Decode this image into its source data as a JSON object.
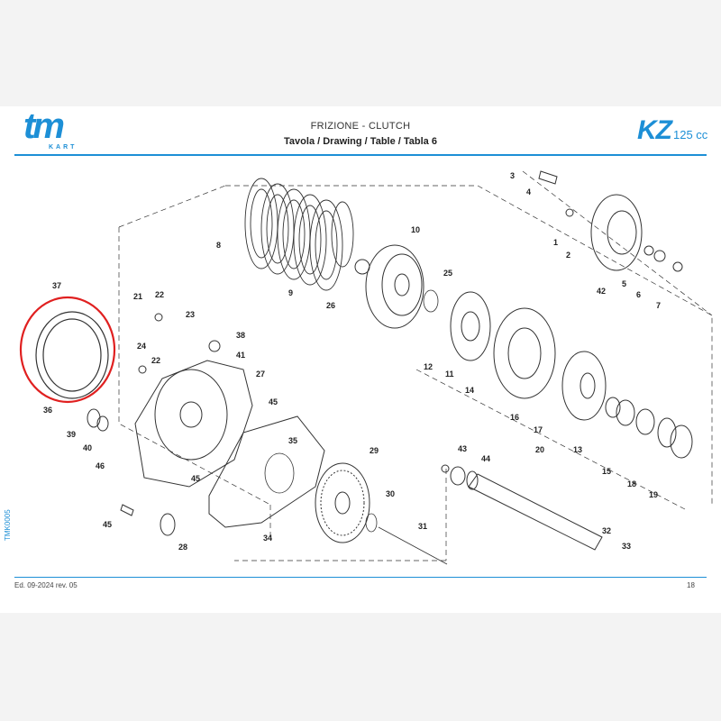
{
  "header": {
    "logo_text": "tm",
    "logo_sub": "KART",
    "title_line1": "FRIZIONE - CLUTCH",
    "title_line2": "Tavola / Drawing / Table  / Tabla  6",
    "model_code": "KZ",
    "model_displacement": "125 cc"
  },
  "footer": {
    "edition": "Ed. 09-2024  rev. 05",
    "page_number": "18",
    "doc_code": "TMK0005"
  },
  "colors": {
    "brand_blue": "#1d8fd6",
    "highlight_red": "#e02020",
    "line": "#333333"
  },
  "callouts": [
    {
      "id": "1",
      "label": "1"
    },
    {
      "id": "2",
      "label": "2"
    },
    {
      "id": "3",
      "label": "3"
    },
    {
      "id": "4",
      "label": "4"
    },
    {
      "id": "5",
      "label": "5"
    },
    {
      "id": "6",
      "label": "6"
    },
    {
      "id": "7",
      "label": "7"
    },
    {
      "id": "8",
      "label": "8"
    },
    {
      "id": "9",
      "label": "9"
    },
    {
      "id": "10",
      "label": "10"
    },
    {
      "id": "11",
      "label": "11"
    },
    {
      "id": "12",
      "label": "12"
    },
    {
      "id": "13",
      "label": "13"
    },
    {
      "id": "14",
      "label": "14"
    },
    {
      "id": "15",
      "label": "15"
    },
    {
      "id": "16",
      "label": "16"
    },
    {
      "id": "17",
      "label": "17"
    },
    {
      "id": "18",
      "label": "18"
    },
    {
      "id": "19",
      "label": "19"
    },
    {
      "id": "20",
      "label": "20"
    },
    {
      "id": "21",
      "label": "21"
    },
    {
      "id": "22a",
      "label": "22"
    },
    {
      "id": "22b",
      "label": "22"
    },
    {
      "id": "23",
      "label": "23"
    },
    {
      "id": "24",
      "label": "24"
    },
    {
      "id": "25",
      "label": "25"
    },
    {
      "id": "26",
      "label": "26"
    },
    {
      "id": "27",
      "label": "27"
    },
    {
      "id": "28",
      "label": "28"
    },
    {
      "id": "29",
      "label": "29"
    },
    {
      "id": "30",
      "label": "30"
    },
    {
      "id": "31",
      "label": "31"
    },
    {
      "id": "32",
      "label": "32"
    },
    {
      "id": "33",
      "label": "33"
    },
    {
      "id": "34",
      "label": "34"
    },
    {
      "id": "35",
      "label": "35"
    },
    {
      "id": "36",
      "label": "36"
    },
    {
      "id": "37",
      "label": "37"
    },
    {
      "id": "38",
      "label": "38"
    },
    {
      "id": "39",
      "label": "39"
    },
    {
      "id": "40",
      "label": "40"
    },
    {
      "id": "41",
      "label": "41"
    },
    {
      "id": "42",
      "label": "42"
    },
    {
      "id": "43",
      "label": "43"
    },
    {
      "id": "44",
      "label": "44"
    },
    {
      "id": "45a",
      "label": "45"
    },
    {
      "id": "45b",
      "label": "45"
    },
    {
      "id": "45c",
      "label": "45"
    },
    {
      "id": "46",
      "label": "46"
    }
  ]
}
